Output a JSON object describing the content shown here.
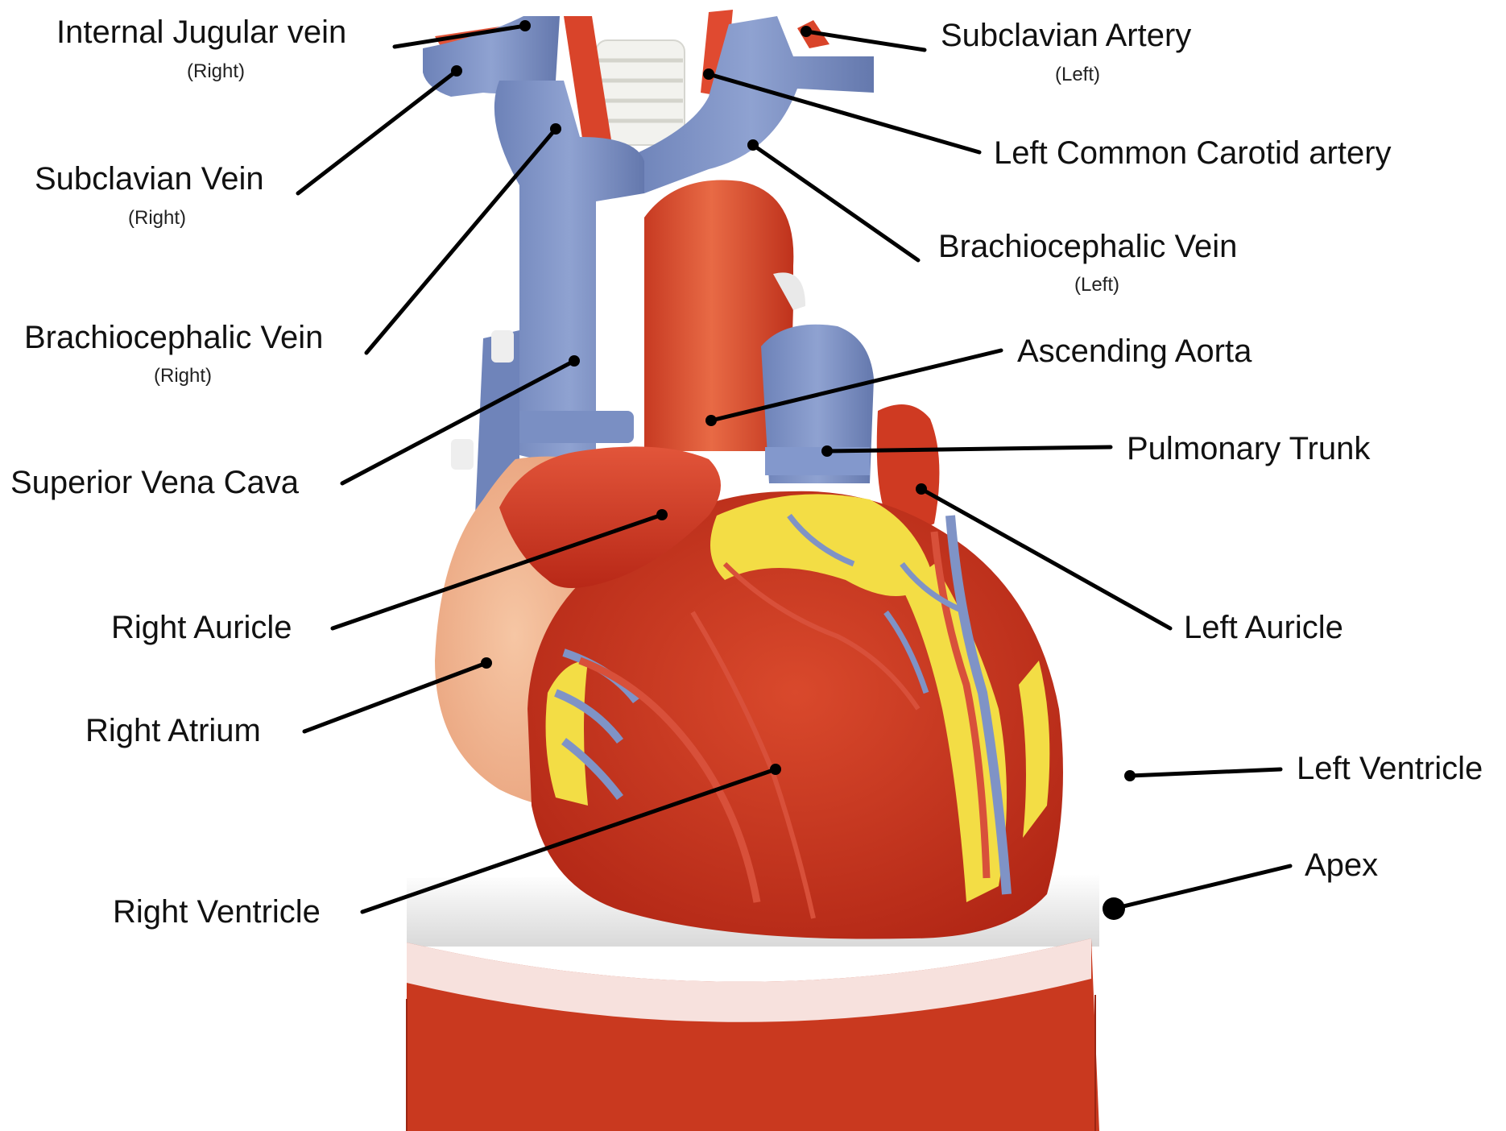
{
  "labels": {
    "ijv": {
      "name": "Internal Jugular vein",
      "side": "(Right)"
    },
    "subclavian_vein": {
      "name": "Subclavian Vein",
      "side": "(Right)"
    },
    "bcv_right": {
      "name": "Brachiocephalic Vein",
      "side": "(Right)"
    },
    "svc": {
      "name": "Superior Vena Cava"
    },
    "right_auricle": {
      "name": "Right Auricle"
    },
    "right_atrium": {
      "name": "Right Atrium"
    },
    "right_ventricle": {
      "name": "Right Ventricle"
    },
    "subclavian_artery": {
      "name": "Subclavian Artery",
      "side": "(Left)"
    },
    "lcca": {
      "name": "Left Common Carotid artery"
    },
    "bcv_left": {
      "name": "Brachiocephalic Vein",
      "side": "(Left)"
    },
    "ascending_aorta": {
      "name": "Ascending Aorta"
    },
    "pulmonary_trunk": {
      "name": "Pulmonary Trunk"
    },
    "left_auricle": {
      "name": "Left Auricle"
    },
    "left_ventricle": {
      "name": "Left Ventricle"
    },
    "apex": {
      "name": "Apex"
    }
  },
  "colors": {
    "vein": "#7f93c6",
    "artery": "#d9442a",
    "myocardium": "#c8321d",
    "fat": "#f3dd45",
    "atrium_skin": "#f2b894",
    "leader": "#000000"
  }
}
